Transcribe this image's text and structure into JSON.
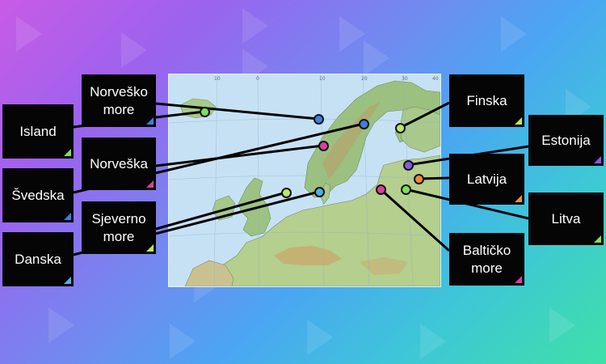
{
  "labels": {
    "island": "Island",
    "norvesko_more": "Norveško\nmore",
    "svedska": "Švedska",
    "norveska": "Norveška",
    "danska": "Danska",
    "sjeverno_more": "Sjeverno\nmore",
    "finska": "Finska",
    "estonija": "Estonija",
    "latvija": "Latvija",
    "litva": "Litva",
    "balticko_more": "Baltičko\nmore"
  },
  "colors": {
    "island": "#7ee05a",
    "norvesko_more": "#3f7fe0",
    "svedska": "#3f7fe0",
    "norveska": "#d9409f",
    "danska": "#4fb0e8",
    "sjeverno_more": "#b6ea63",
    "finska": "#b6ea63",
    "estonija": "#8a58e6",
    "latvija": "#f08a3a",
    "litva": "#7ee05a",
    "balticko_more": "#d9409f"
  },
  "map_ticks": [
    "10",
    "0",
    "10",
    "20",
    "30",
    "40"
  ]
}
